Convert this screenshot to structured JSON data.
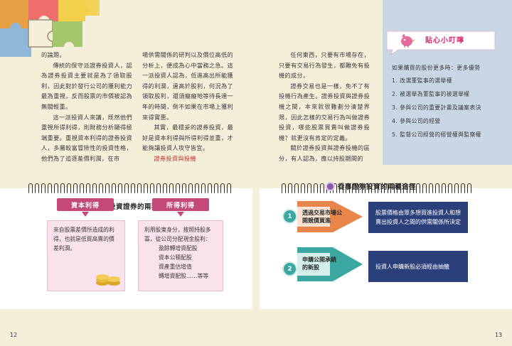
{
  "left_page": {
    "col1": {
      "p0": "的論題。",
      "p1": "傳統的保守派證券投資人，認為證券投資主要就是為了領取股利，因此對於發行公司的獲利能力最為重視，反而股票的市價被認為無關輕重。",
      "p2": "這一派投資人來講，既然他們重視所得利得，則財務分析顯得極端重要。重視資本利得的證券投資人，多屬較富冒險性的投資性格，他們為了追逐差價利潤，在市"
    },
    "col2": {
      "p1": "場供需關係的研判以及價位高低的分析上，便成為心中當務之急。這一派投資人認為，低進高出所能獲得的利潤，遠高於股利，何況為了領取股利，還須癡癡地等待長達一年的時間，倒不如果在市場上獲利來得實惠。",
      "p2": "其實，最穩妥的證券投資，最好是資本利得與所得利得並重，才能夠讓投資人攻守皆宜。",
      "link": "證券投資與投機"
    },
    "section_title": "投資證券的兩種利得",
    "capital_gain": {
      "label": "資本利得",
      "desc": "來自股票差價所造成的利得，也就是低買高賣的價差利潤。"
    },
    "income_gain": {
      "label": "所得利得",
      "desc_intro": "利用股東身分，按照持股多寡，從公司分配現金股利：",
      "items": [
        "盈餘轉增資配股",
        "資本公積配股",
        "資產重估增值",
        "轉增資配股……等等"
      ]
    },
    "page_number": "12"
  },
  "right_page": {
    "col3": {
      "p1": "任何東西，只要有市場存在，只要有交易行為發生，都難免有投機的成分。",
      "p2": "證券交易也是一樣，免不了有投機行為產生。證券投資與證券投機之間，本來就很難劃分清楚界限，因此怎樣的交易行為叫做證券投資，哪些股票買賣叫做證券投機？就更沒有肯定的定義。",
      "p3": "關於證券投資與證券投機的區分，有人認為，應以持股期間的"
    },
    "sidebar": {
      "title": "貼心小叮嚀",
      "intro": "如果購買的股份更多時：更多優勢",
      "items": [
        "1. 改選董監事的選舉權",
        "2. 被選舉為董監事的被選舉權",
        "3. 參與公司的重要計畫及議案表決",
        "4. 參與公司的經營",
        "5. 監督公司經營的經營權與監察權"
      ]
    },
    "section_title": "從事證券投資的兩種途徑",
    "route1": {
      "number": "1",
      "label": "透過交易市場公開競價買進",
      "result": "股票價格由眾多想買進投資人和想賣出投資人之間的供需關係所決定"
    },
    "route2": {
      "number": "2",
      "label": "申購公開承銷的新股",
      "result": "投資人申購新股必須經由抽籤"
    },
    "page_number": "13"
  },
  "colors": {
    "accent_pink": "#c34a78",
    "teal": "#3aa8a0",
    "orange": "#e8854a",
    "navy": "#2b3f7a",
    "sidebar_blue": "#c9d6e3"
  }
}
